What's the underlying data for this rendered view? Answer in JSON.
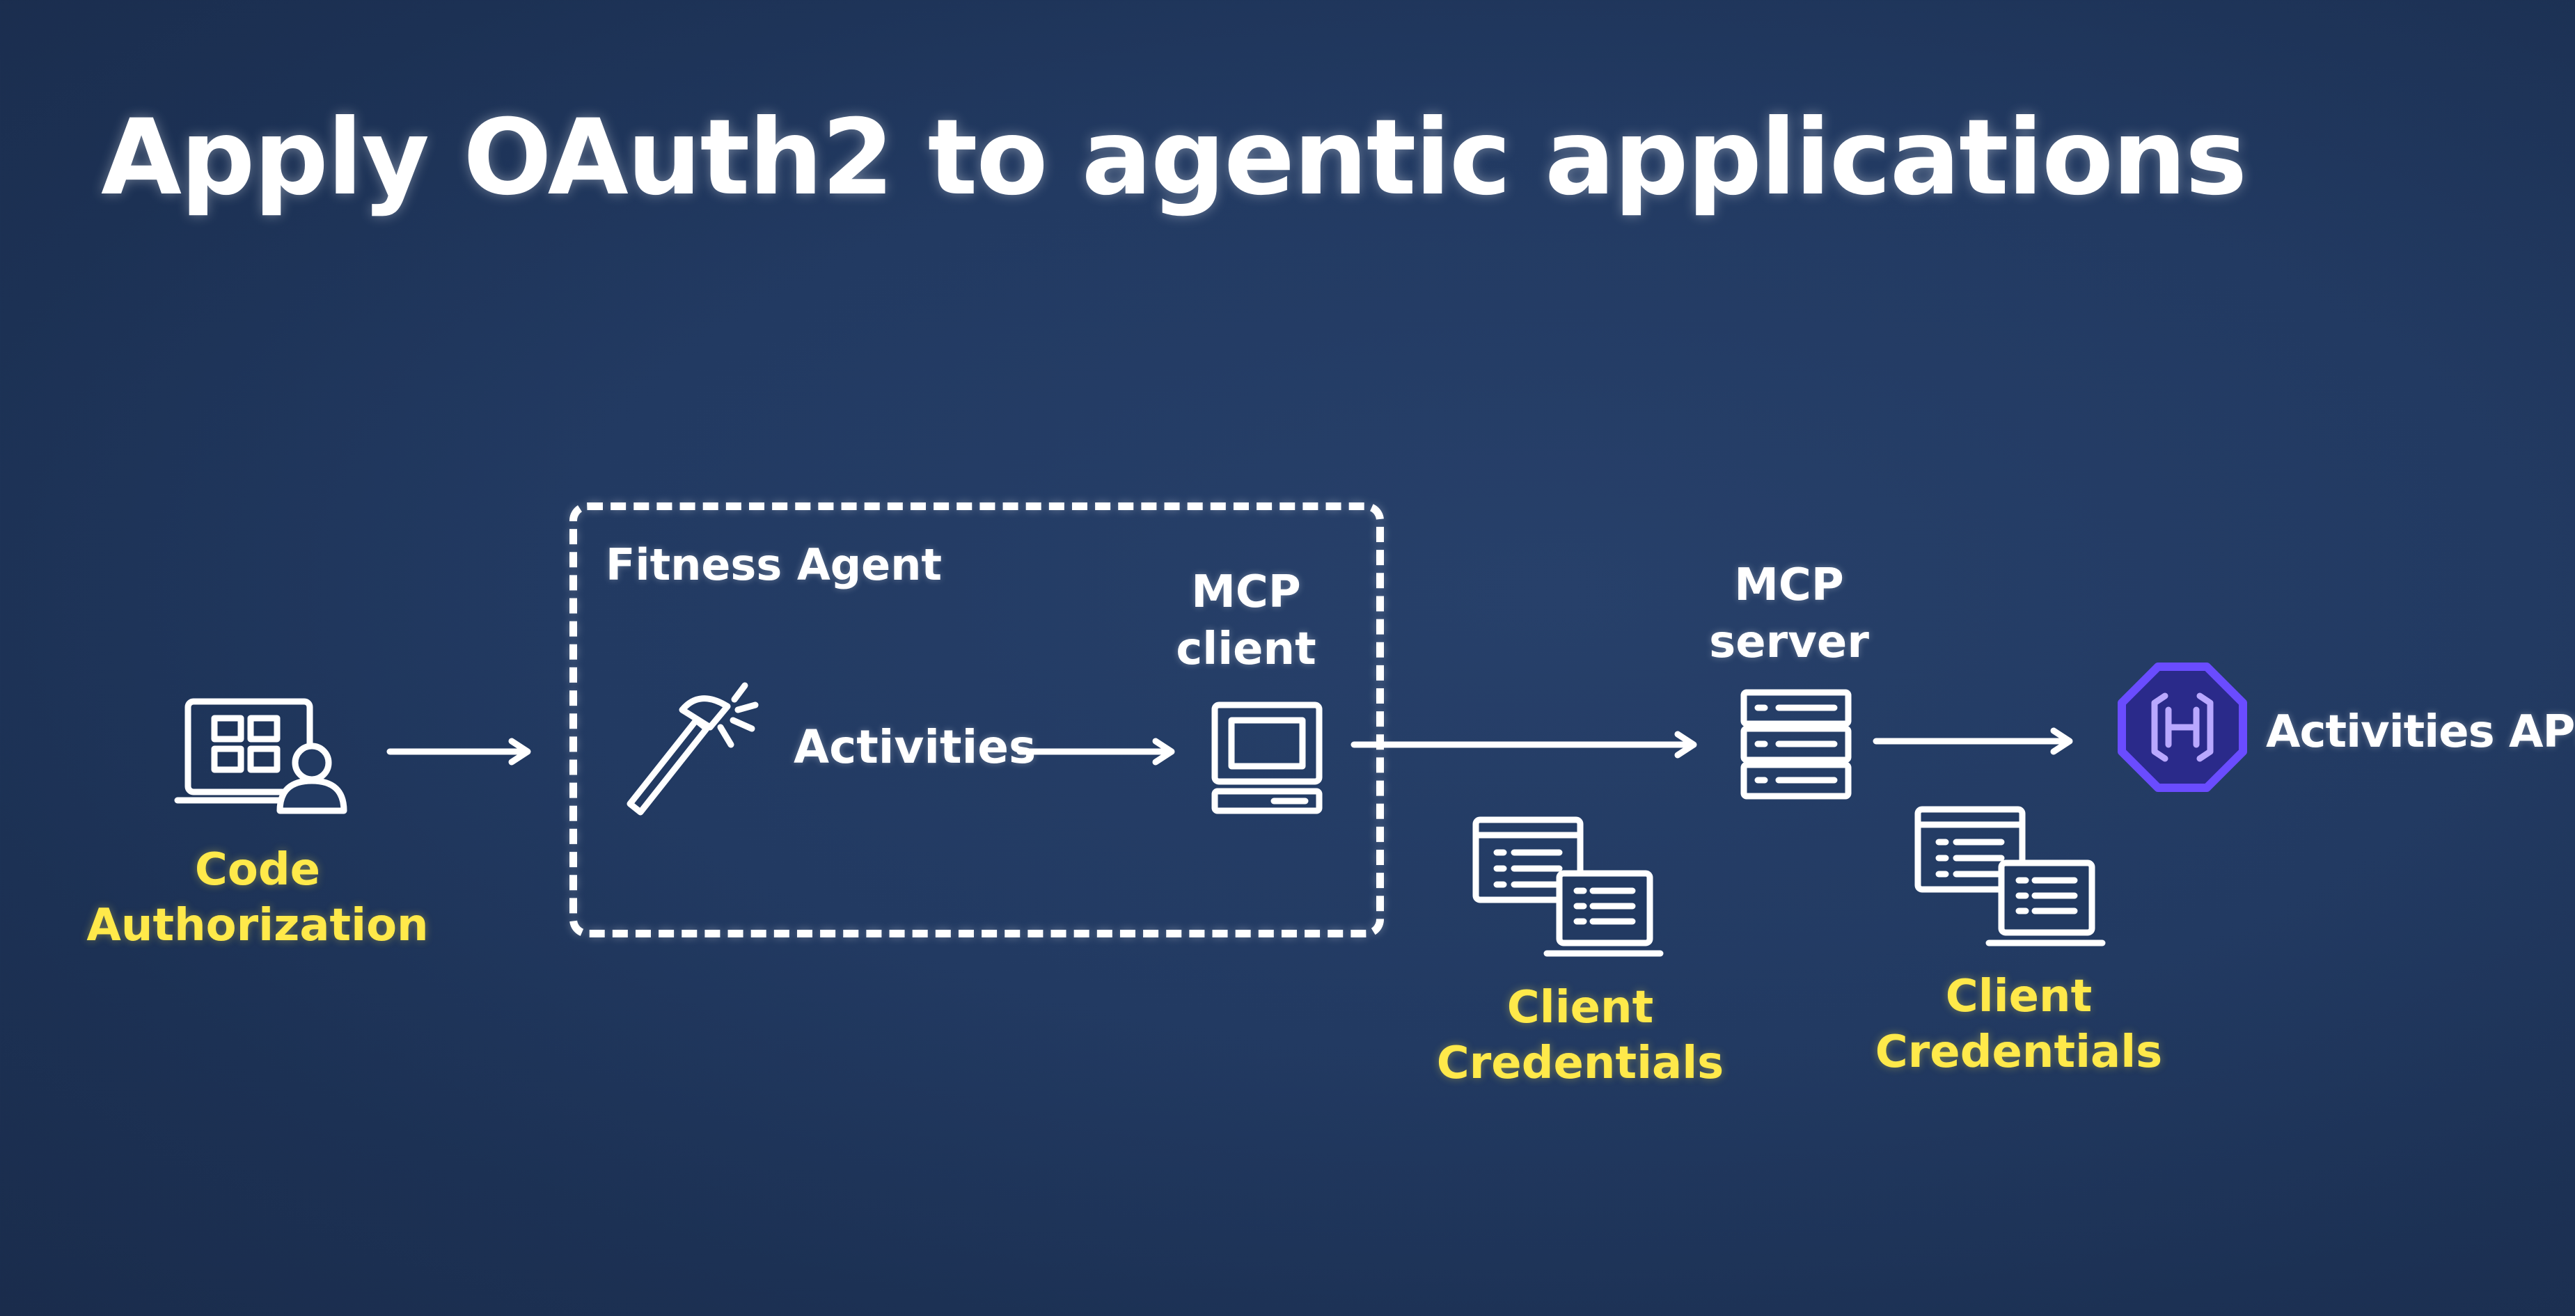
{
  "title": "Apply OAuth2 to agentic applications",
  "nodes": {
    "user_app": {
      "icon": "user-application-icon",
      "label_line1": "Code",
      "label_line2": "Authorization"
    },
    "fitness_agent": {
      "label": "Fitness Agent"
    },
    "activities": {
      "icon": "hammer-tool-icon",
      "label": "Activities"
    },
    "mcp_client": {
      "icon": "computer-icon",
      "label_line1": "MCP",
      "label_line2": "client"
    },
    "mcp_server": {
      "icon": "server-icon",
      "label_line1": "MCP",
      "label_line2": "server"
    },
    "activities_api": {
      "icon": "api-gateway-icon",
      "label": "Activities API"
    }
  },
  "credentials": [
    {
      "icon": "client-credentials-icon",
      "label_line1": "Client",
      "label_line2": "Credentials"
    },
    {
      "icon": "client-credentials-icon",
      "label_line1": "Client",
      "label_line2": "Credentials"
    }
  ],
  "colors": {
    "background": "#223a62",
    "foreground": "#ffffff",
    "highlight": "#ffe94a",
    "api_accent": "#5b3df0"
  }
}
